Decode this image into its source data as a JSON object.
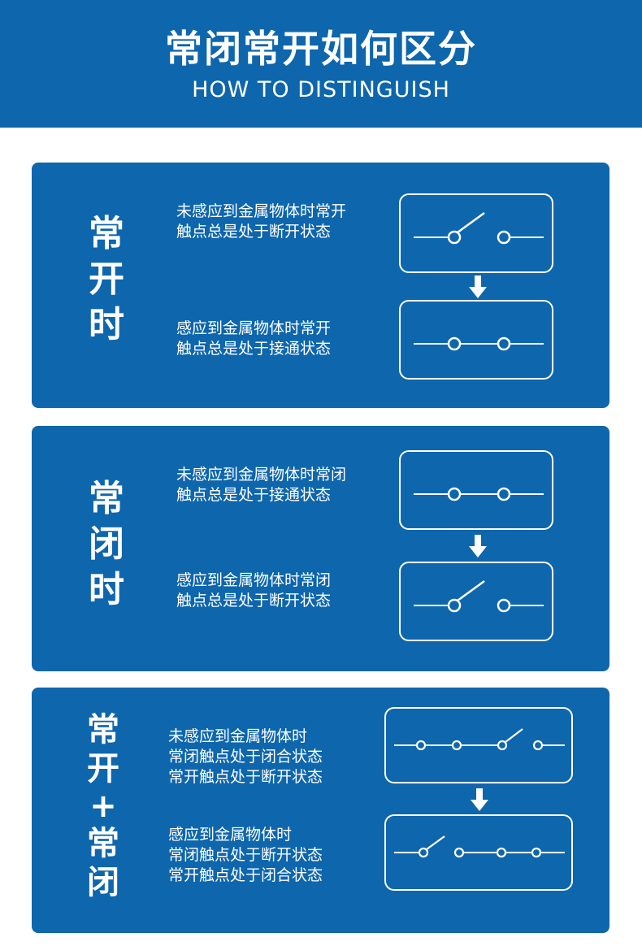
{
  "header": {
    "title": "常闭常开如何区分",
    "subtitle": "HOW TO DISTINGUISH"
  },
  "cards": [
    {
      "label": [
        "常",
        "开",
        "时"
      ],
      "before_lines": [
        "未感应到金属物体时常开",
        "触点总是处于断开状态"
      ],
      "after_lines": [
        "感应到金属物体时常开",
        "触点总是处于接通状态"
      ],
      "before_switch": "open-switch-icon",
      "after_switch": "closed-switch-icon"
    },
    {
      "label": [
        "常",
        "闭",
        "时"
      ],
      "before_lines": [
        "未感应到金属物体时常闭",
        "触点总是处于接通状态"
      ],
      "after_lines": [
        "感应到金属物体时常闭",
        "触点总是处于断开状态"
      ],
      "before_switch": "closed-switch-icon",
      "after_switch": "open-switch-icon"
    },
    {
      "label": [
        "常",
        "开",
        "+",
        "常",
        "闭"
      ],
      "before_lines": [
        "未感应到金属物体时",
        "常闭触点处于闭合状态",
        "常开触点处于断开状态"
      ],
      "after_lines": [
        "感应到金属物体时",
        "常闭触点处于断开状态",
        "常开触点处于闭合状态"
      ],
      "before_switch": "closed-then-open-switch-icon",
      "after_switch": "open-then-closed-switch-icon"
    }
  ],
  "colors": {
    "brand_blue": "#0e66ad",
    "foreground": "#ffffff"
  }
}
